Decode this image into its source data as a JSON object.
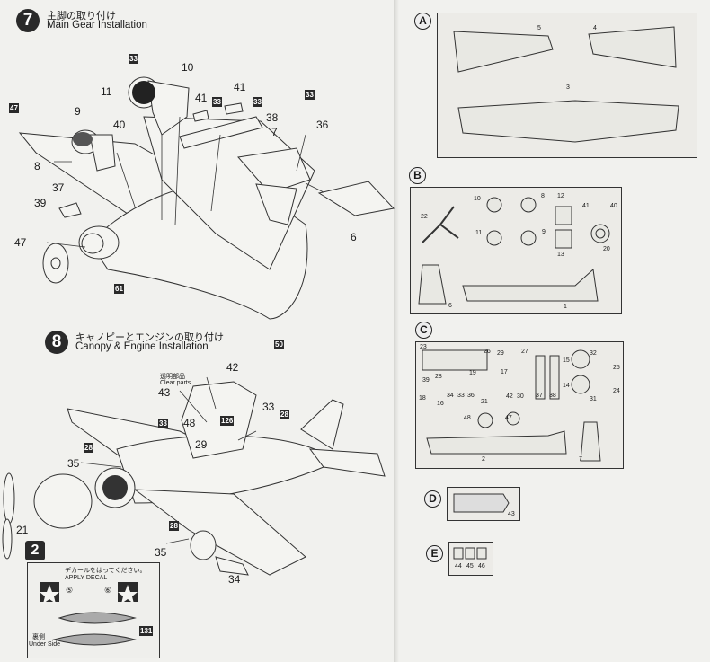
{
  "step7": {
    "number": "7",
    "title_jp": "主脚の取り付け",
    "title_en": "Main Gear Installation",
    "callouts": [
      "33",
      "10",
      "11",
      "41",
      "33",
      "41",
      "33",
      "33",
      "47",
      "9",
      "40",
      "38",
      "7",
      "36",
      "8",
      "37",
      "39",
      "47",
      "61",
      "6",
      "50"
    ]
  },
  "step8": {
    "number": "8",
    "title_jp": "キャノピーとエンジンの取り付け",
    "title_en": "Canopy & Engine Installation",
    "clear_jp": "透明部品",
    "clear_en": "Clear parts",
    "callouts": [
      "42",
      "43",
      "33",
      "48",
      "126",
      "33",
      "28",
      "29",
      "28",
      "35",
      "21",
      "28",
      "35",
      "34"
    ]
  },
  "step2": {
    "number": "2",
    "apply_jp": "デカールをはってください。",
    "apply_en": "APPLY DECAL",
    "decal5": "⑤",
    "decal6": "⑥",
    "under_jp": "裏側",
    "under_en": "Under Side",
    "tag131": "131"
  },
  "panels": {
    "A": {
      "letter": "A",
      "parts": [
        "5",
        "4",
        "3"
      ]
    },
    "B": {
      "letter": "B",
      "parts": [
        "10",
        "8",
        "12",
        "41",
        "40",
        "22",
        "11",
        "9",
        "13",
        "20",
        "6",
        "1"
      ]
    },
    "C": {
      "letter": "C",
      "parts": [
        "23",
        "26",
        "29",
        "27",
        "15",
        "32",
        "39",
        "18",
        "28",
        "16",
        "19",
        "34",
        "33",
        "36",
        "21",
        "17",
        "42",
        "30",
        "37",
        "38",
        "31",
        "48",
        "47",
        "14",
        "24",
        "25",
        "2",
        "7"
      ]
    },
    "D": {
      "letter": "D",
      "parts": [
        "43"
      ]
    },
    "E": {
      "letter": "E",
      "parts": [
        "44",
        "45",
        "46"
      ]
    }
  }
}
